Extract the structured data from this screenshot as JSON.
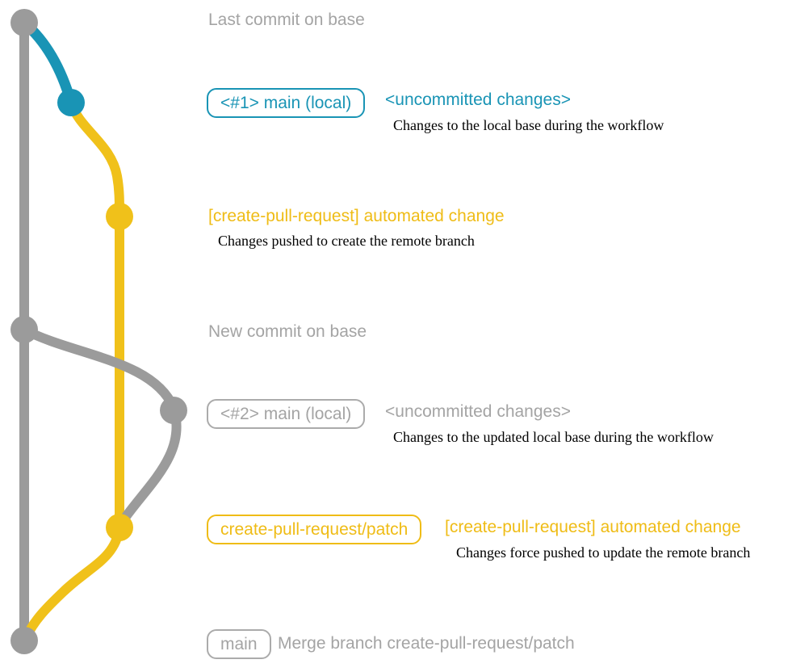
{
  "colors": {
    "gray": "#9b9b9b",
    "gray_text": "#a4a4a4",
    "teal": "#1994b5",
    "yellow": "#f0c11a",
    "black": "#000000"
  },
  "graph": {
    "nodes": [
      {
        "id": "base-last-commit",
        "color": "gray"
      },
      {
        "id": "local-main-uncommitted-1",
        "color": "teal"
      },
      {
        "id": "create-pull-request-commit-1",
        "color": "yellow"
      },
      {
        "id": "base-new-commit",
        "color": "gray"
      },
      {
        "id": "local-main-uncommitted-2",
        "color": "gray"
      },
      {
        "id": "create-pull-request-commit-2",
        "color": "yellow"
      },
      {
        "id": "base-merge-commit",
        "color": "gray"
      }
    ]
  },
  "annotations": {
    "last_commit": "Last commit on base",
    "branch1": {
      "label": "<#1> main (local)",
      "status": "<uncommitted changes>",
      "description": "Changes to the local base during the workflow"
    },
    "commit1": {
      "message": "[create-pull-request] automated change",
      "description": "Changes pushed to create the remote branch"
    },
    "new_commit": "New commit on base",
    "branch2": {
      "label": "<#2> main (local)",
      "status": "<uncommitted changes>",
      "description": "Changes to the updated local base during the workflow"
    },
    "commit2": {
      "branch_label": "create-pull-request/patch",
      "message": "[create-pull-request] automated change",
      "description": "Changes force pushed to update the remote branch"
    },
    "merge": {
      "label": "main",
      "message": "Merge branch create-pull-request/patch"
    }
  }
}
